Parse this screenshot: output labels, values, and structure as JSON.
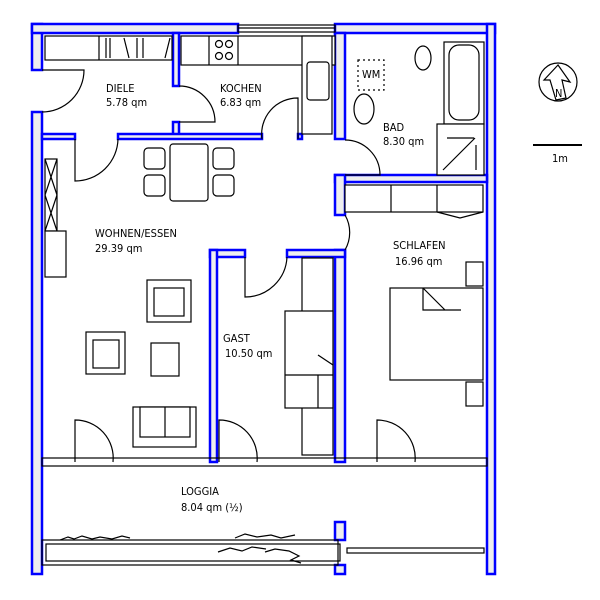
{
  "rooms": {
    "diele": {
      "name": "DIELE",
      "area": "5.78  qm"
    },
    "kochen": {
      "name": "KOCHEN",
      "area": "6.83  qm"
    },
    "bad": {
      "name": "BAD",
      "area": "8.30  qm"
    },
    "wohnen": {
      "name": "WOHNEN/ESSEN",
      "area": "29.39  qm"
    },
    "schlafen": {
      "name": "SCHLAFEN",
      "area": "16.96  qm"
    },
    "gast": {
      "name": "GAST",
      "area": "10.50  qm"
    },
    "loggia": {
      "name": "LOGGIA",
      "area": "8.04  qm  (½)"
    }
  },
  "fixtures": {
    "washer": "WM"
  },
  "compass": {
    "label": "N"
  },
  "scale": {
    "label": "1m"
  },
  "colors": {
    "wall_outline": "#0000ff",
    "wall_fill": "#eeeeee"
  }
}
